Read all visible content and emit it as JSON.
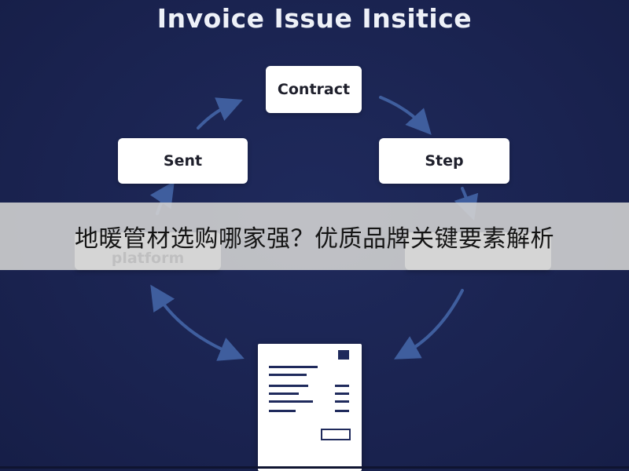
{
  "diagram": {
    "title": "Invoice Issue Insitice",
    "nodes": {
      "contract": "Contract",
      "sent": "Sent",
      "step": "Step",
      "platform": "platform",
      "invoice": ""
    }
  },
  "banner": {
    "text": "地暖管材选购哪家强？优质品牌关键要素解析"
  },
  "colors": {
    "background": "#1b2452",
    "node": "#ffffff",
    "arrow": "#3f5e9e",
    "banner": "#d0d0d0"
  }
}
